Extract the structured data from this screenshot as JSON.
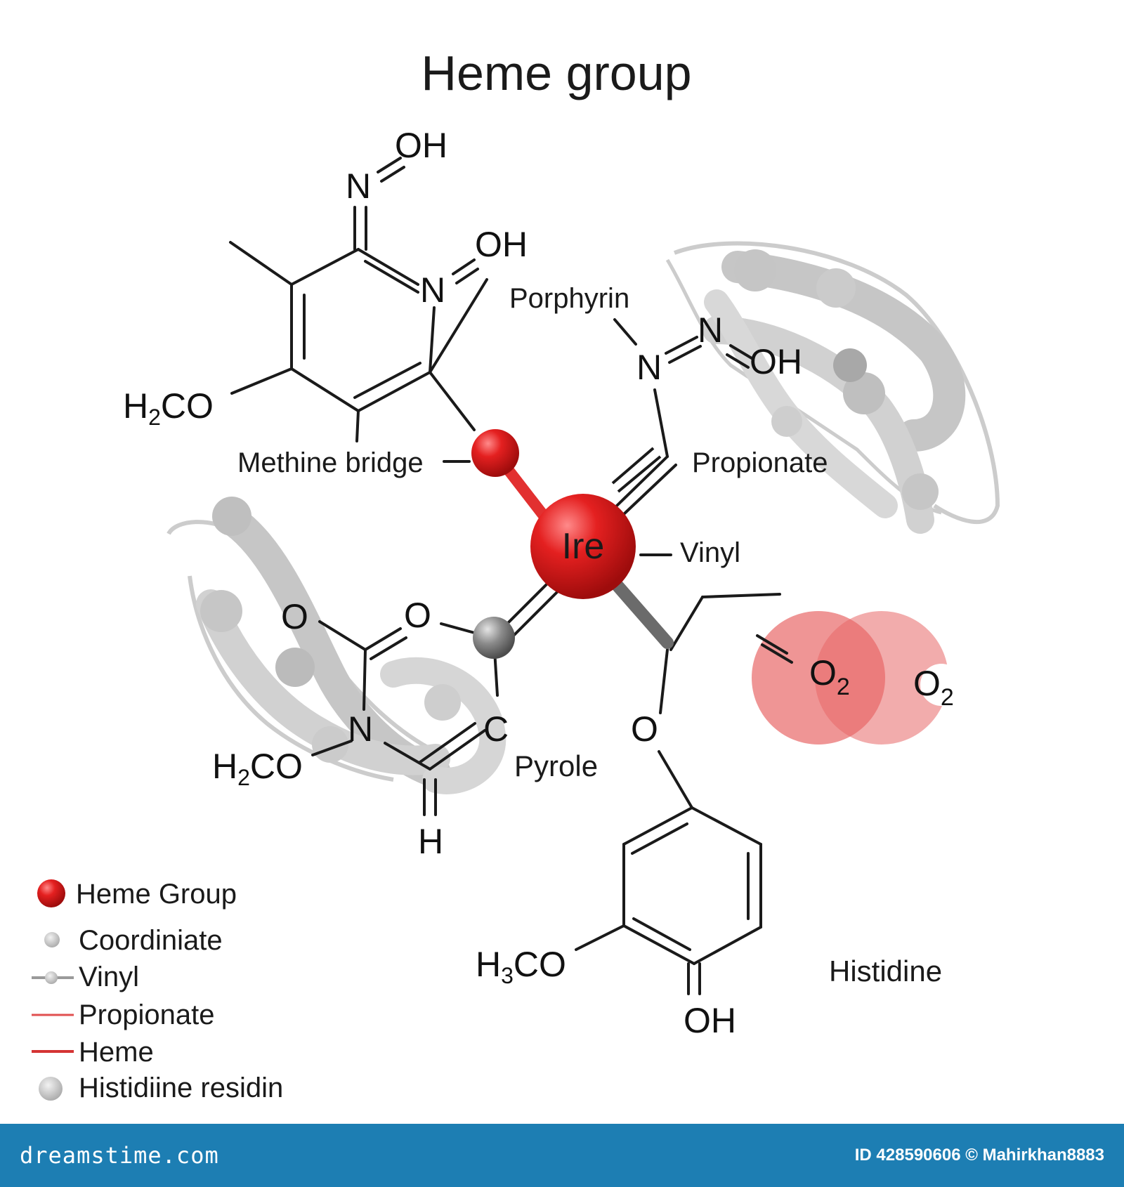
{
  "title": "Heme group",
  "labels": {
    "porphyrin": "Porphyrin",
    "methine_bridge": "Methine bridge",
    "propionate": "Propionate",
    "vinyl": "Vinyl",
    "pyrole": "Pyrole",
    "histidine": "Histidine",
    "iron": "Ire",
    "o2_a": "O",
    "o2_a_sub": "2",
    "o2_b": "O",
    "o2_b_sub": "2"
  },
  "atoms": {
    "noh_top": "OH",
    "n_top": "N",
    "noh_mid": "OH",
    "n_mid": "N",
    "h2co_left_h": "H",
    "h2co_left_sub": "2",
    "h2co_left_co": "CO",
    "n_right_1": "N",
    "n_right_2": "N",
    "oh_right": "OH",
    "o_left_1": "O",
    "o_left_2": "O",
    "n_lower": "N",
    "c_lower": "C",
    "h2co_lower_h": "H",
    "h2co_lower_sub": "2",
    "h2co_lower_co": "CO",
    "h_lower": "H",
    "o_hist": "O",
    "h3co_h": "H",
    "h3co_sub": "3",
    "h3co_co": "CO",
    "oh_bottom": "OH"
  },
  "legend": [
    {
      "label": "Heme Group",
      "icon": "red-sphere-icon"
    },
    {
      "label": "Coordiniate",
      "icon": "gray-dot-icon"
    },
    {
      "label": "Vinyl",
      "icon": "gray-bond-icon"
    },
    {
      "label": "Propionate",
      "icon": "red-line-icon"
    },
    {
      "label": "Heme",
      "icon": "red-line-icon"
    },
    {
      "label": "Histidiine residin",
      "icon": "gray-sphere-icon"
    }
  ],
  "footer": {
    "brand": "dreamstime.com",
    "id_text": "ID 428590606 © Mahirkhan8883"
  },
  "colors": {
    "heme_red": "#e01b1b",
    "o2_pink": "#ee8a8a",
    "protein_gray": "#c8c8c8",
    "footer_blue": "#1d7eb3"
  }
}
